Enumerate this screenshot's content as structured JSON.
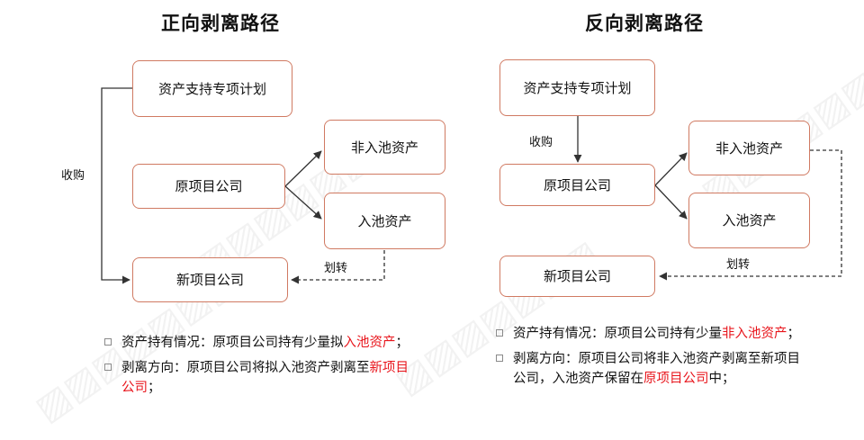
{
  "left": {
    "title": "正向剥离路径",
    "box_spv": "资产支持专项计划",
    "box_orig": "原项目公司",
    "box_non_pool": "非入池资产",
    "box_pool": "入池资产",
    "box_new": "新项目公司",
    "label_acquire": "收购",
    "label_transfer": "划转",
    "bullet1": {
      "prefix": "资产持有情况：原项目公司持有少量拟",
      "highlight": "入池资产",
      "suffix": "；"
    },
    "bullet2": {
      "prefix": "剥离方向：原项目公司将拟入池资产剥离至",
      "highlight": "新项目公司",
      "suffix": "；"
    }
  },
  "right": {
    "title": "反向剥离路径",
    "box_spv": "资产支持专项计划",
    "box_orig": "原项目公司",
    "box_non_pool": "非入池资产",
    "box_pool": "入池资产",
    "box_new": "新项目公司",
    "label_acquire": "收购",
    "label_transfer": "划转",
    "bullet1": {
      "prefix": "资产持有情况：原项目公司持有少量",
      "highlight": "非入池资产",
      "suffix": "；"
    },
    "bullet2": {
      "prefix": "剥离方向：原项目公司将非入池资产剥离至新项目公司，入池资产保留在",
      "highlight": "原项目公司",
      "suffix": "中；"
    }
  },
  "colors": {
    "box_border": "#d07a62",
    "highlight": "#e8141b"
  }
}
